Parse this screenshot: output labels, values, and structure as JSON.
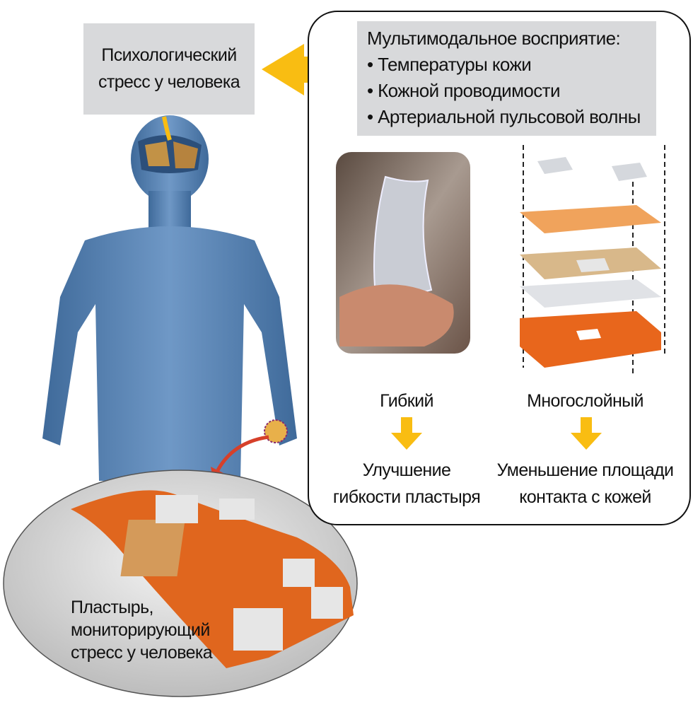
{
  "stress_box": {
    "line1": "Психологический",
    "line2": "стресс у человека"
  },
  "perception": {
    "title": "Мультимодальное восприятие:",
    "items": [
      "• Температуры кожи",
      "• Кожной проводимости",
      "• Артериальной пульсовой волны"
    ]
  },
  "flexible": {
    "label": "Гибкий",
    "result_line1": "Улучшение",
    "result_line2": "гибкости пластыря"
  },
  "multilayer": {
    "label": "Многослойный",
    "result_line1": "Уменьшение площади",
    "result_line2": "контакта с кожей"
  },
  "patch_caption": {
    "line1": "Пластырь,",
    "line2": "мониторирующий",
    "line3": "стресс у человека"
  },
  "colors": {
    "arrow": "#f9bd12",
    "body": "#5b84b3",
    "patch": "#e0661e",
    "box": "#d8d9db"
  }
}
